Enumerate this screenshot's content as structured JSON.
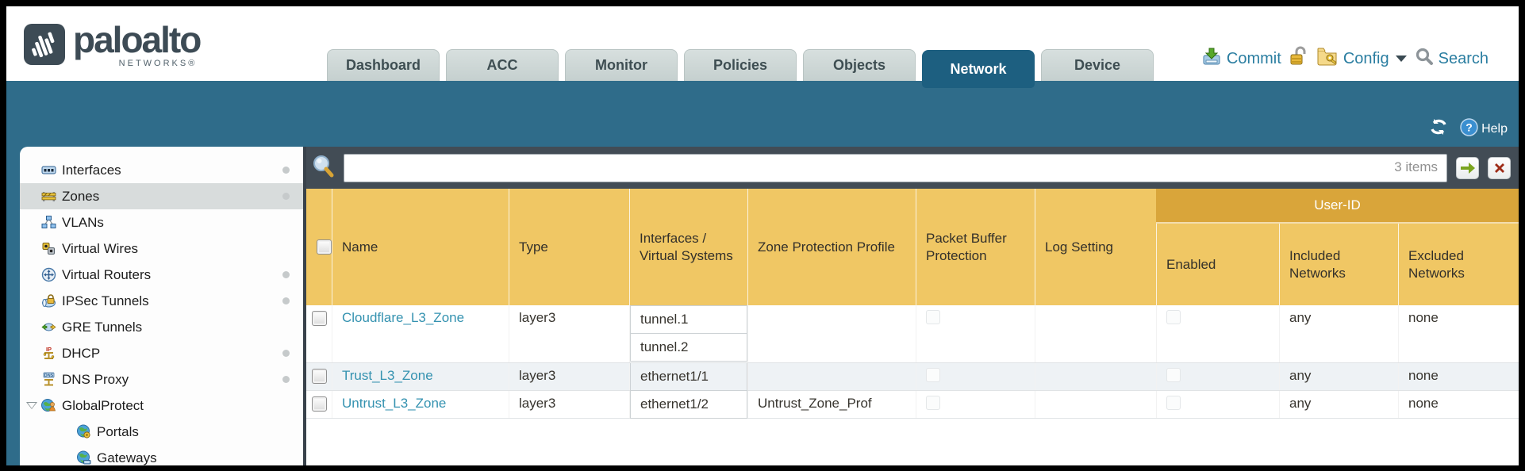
{
  "brand": {
    "wordmark": "paloalto",
    "sub": "NETWORKS®"
  },
  "nav": {
    "tabs": [
      {
        "label": "Dashboard",
        "active": false
      },
      {
        "label": "ACC",
        "active": false
      },
      {
        "label": "Monitor",
        "active": false
      },
      {
        "label": "Policies",
        "active": false
      },
      {
        "label": "Objects",
        "active": false
      },
      {
        "label": "Network",
        "active": true
      },
      {
        "label": "Device",
        "active": false
      }
    ],
    "utilities": {
      "commit": "Commit",
      "config": "Config",
      "search": "Search"
    }
  },
  "banner": {
    "help_label": "Help"
  },
  "sidebar": {
    "items": [
      {
        "label": "Interfaces",
        "icon": "interfaces-icon",
        "dot": true,
        "selected": false,
        "child": false
      },
      {
        "label": "Zones",
        "icon": "zones-icon",
        "dot": true,
        "selected": true,
        "child": false
      },
      {
        "label": "VLANs",
        "icon": "vlans-icon",
        "dot": false,
        "selected": false,
        "child": false
      },
      {
        "label": "Virtual Wires",
        "icon": "virtual-wires-icon",
        "dot": false,
        "selected": false,
        "child": false
      },
      {
        "label": "Virtual Routers",
        "icon": "virtual-routers-icon",
        "dot": true,
        "selected": false,
        "child": false
      },
      {
        "label": "IPSec Tunnels",
        "icon": "ipsec-tunnels-icon",
        "dot": true,
        "selected": false,
        "child": false
      },
      {
        "label": "GRE Tunnels",
        "icon": "gre-tunnels-icon",
        "dot": false,
        "selected": false,
        "child": false
      },
      {
        "label": "DHCP",
        "icon": "dhcp-icon",
        "dot": true,
        "selected": false,
        "child": false
      },
      {
        "label": "DNS Proxy",
        "icon": "dns-proxy-icon",
        "dot": true,
        "selected": false,
        "child": false
      },
      {
        "label": "GlobalProtect",
        "icon": "globalprotect-icon",
        "dot": false,
        "selected": false,
        "child": false,
        "expanded": true
      },
      {
        "label": "Portals",
        "icon": "portals-icon",
        "dot": false,
        "selected": false,
        "child": true
      },
      {
        "label": "Gateways",
        "icon": "gateways-icon",
        "dot": false,
        "selected": false,
        "child": true
      }
    ]
  },
  "filter": {
    "value": "",
    "count_label": "3 items"
  },
  "table": {
    "group_header": "User-ID",
    "columns": [
      "Name",
      "Type",
      "Interfaces / Virtual Systems",
      "Zone Protection Profile",
      "Packet Buffer Protection",
      "Log Setting",
      "Enabled",
      "Included Networks",
      "Excluded Networks"
    ],
    "rows": [
      {
        "name": "Cloudflare_L3_Zone",
        "type": "layer3",
        "interfaces": [
          "tunnel.1",
          "tunnel.2"
        ],
        "zone_protection_profile": "",
        "packet_buffer_protection": false,
        "log_setting": "",
        "enabled": false,
        "included_networks": "any",
        "excluded_networks": "none"
      },
      {
        "name": "Trust_L3_Zone",
        "type": "layer3",
        "interfaces": [
          "ethernet1/1"
        ],
        "zone_protection_profile": "",
        "packet_buffer_protection": false,
        "log_setting": "",
        "enabled": false,
        "included_networks": "any",
        "excluded_networks": "none"
      },
      {
        "name": "Untrust_L3_Zone",
        "type": "layer3",
        "interfaces": [
          "ethernet1/2"
        ],
        "zone_protection_profile": "Untrust_Zone_Prof",
        "packet_buffer_protection": false,
        "log_setting": "",
        "enabled": false,
        "included_networks": "any",
        "excluded_networks": "none"
      }
    ]
  },
  "colors": {
    "banner_teal": "#2f6c8a",
    "active_tab": "#1d5f80",
    "header_gold": "#f0c764",
    "userid_band_gold": "#d9a53a",
    "link_teal": "#3492b0",
    "filter_bar": "#424c55",
    "selected_sidebar": "#d8dcdc",
    "alt_row": "#eef2f5"
  }
}
